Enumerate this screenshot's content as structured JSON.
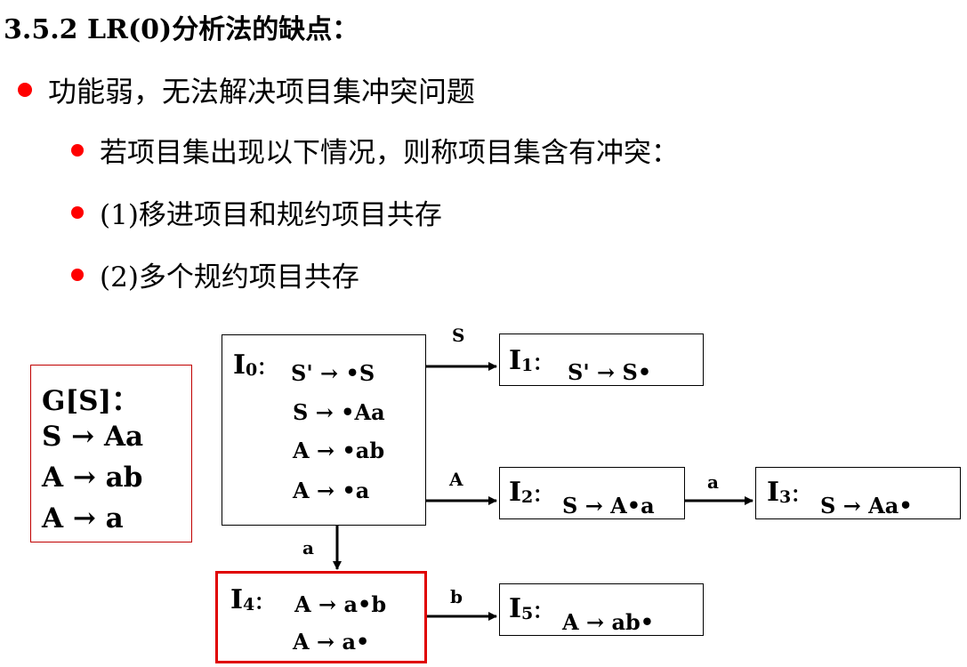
{
  "title": "3.5.2  LR(0)分析法的缺点：",
  "bullets": {
    "level1": "功能弱，无法解决项目集冲突问题",
    "level2": [
      "若项目集出现以下情况，则称项目集含有冲突：",
      "(1)移进项目和规约项目共存",
      "(2)多个规约项目共存"
    ]
  },
  "grammar": {
    "header": "G[S]：",
    "rules": [
      "S → Aa",
      "A → ab",
      "A → a"
    ]
  },
  "states": {
    "I0": {
      "label": "I",
      "sub": "0",
      "sep": "：",
      "items": [
        "S' → •S",
        "S → •Aa",
        "A → •ab",
        "A → •a"
      ]
    },
    "I1": {
      "label": "I",
      "sub": "1",
      "sep": "：",
      "items": [
        "S' → S•"
      ]
    },
    "I2": {
      "label": "I",
      "sub": "2",
      "sep": "：",
      "items": [
        "S → A•a"
      ]
    },
    "I3": {
      "label": "I",
      "sub": "3",
      "sep": "：",
      "items": [
        "S → Aa•"
      ]
    },
    "I4": {
      "label": "I",
      "sub": "4",
      "sep": "：",
      "items": [
        "A → a•b",
        "A → a•"
      ]
    },
    "I5": {
      "label": "I",
      "sub": "5",
      "sep": "：",
      "items": [
        "A → ab•"
      ]
    }
  },
  "edges": {
    "I0_I1": "S",
    "I0_I2": "A",
    "I2_I3": "a",
    "I0_I4": "a",
    "I4_I5": "b"
  },
  "colors": {
    "bullet": "#ff0000",
    "highlight_border": "#e00000",
    "grammar_border": "#c00000"
  }
}
